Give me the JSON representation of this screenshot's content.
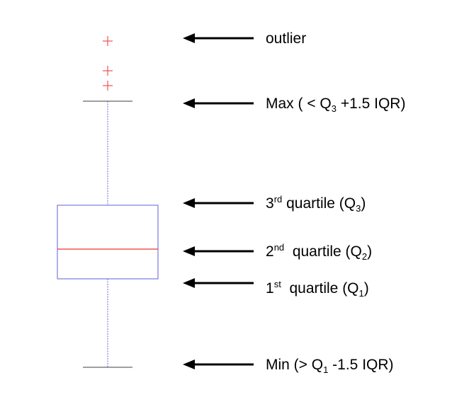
{
  "colors": {
    "box_outline": "#7a7adf",
    "whisker": "#8080e0",
    "median": "#f03030",
    "outlier": "#f05050",
    "cap": "#666666",
    "arrow": "#000000",
    "text": "#000000"
  },
  "labels": {
    "outlier": {
      "text": "outlier"
    },
    "max": {
      "pre": "Max ( < Q",
      "sub": "3",
      "post": " +1.5 IQR)"
    },
    "q3": {
      "pre": "3",
      "sup": "rd",
      "mid": " quartile (Q",
      "sub": "3",
      "post": ")"
    },
    "q2": {
      "pre": "2",
      "sup": "nd",
      "mid": "  quartile (Q",
      "sub": "2",
      "post": ")"
    },
    "q1": {
      "pre": "1",
      "sup": "st",
      "mid": "  quartile (Q",
      "sub": "1",
      "post": ")"
    },
    "min": {
      "pre": "Min (> Q",
      "sub": "1",
      "post": " -1.5 IQR)"
    }
  }
}
